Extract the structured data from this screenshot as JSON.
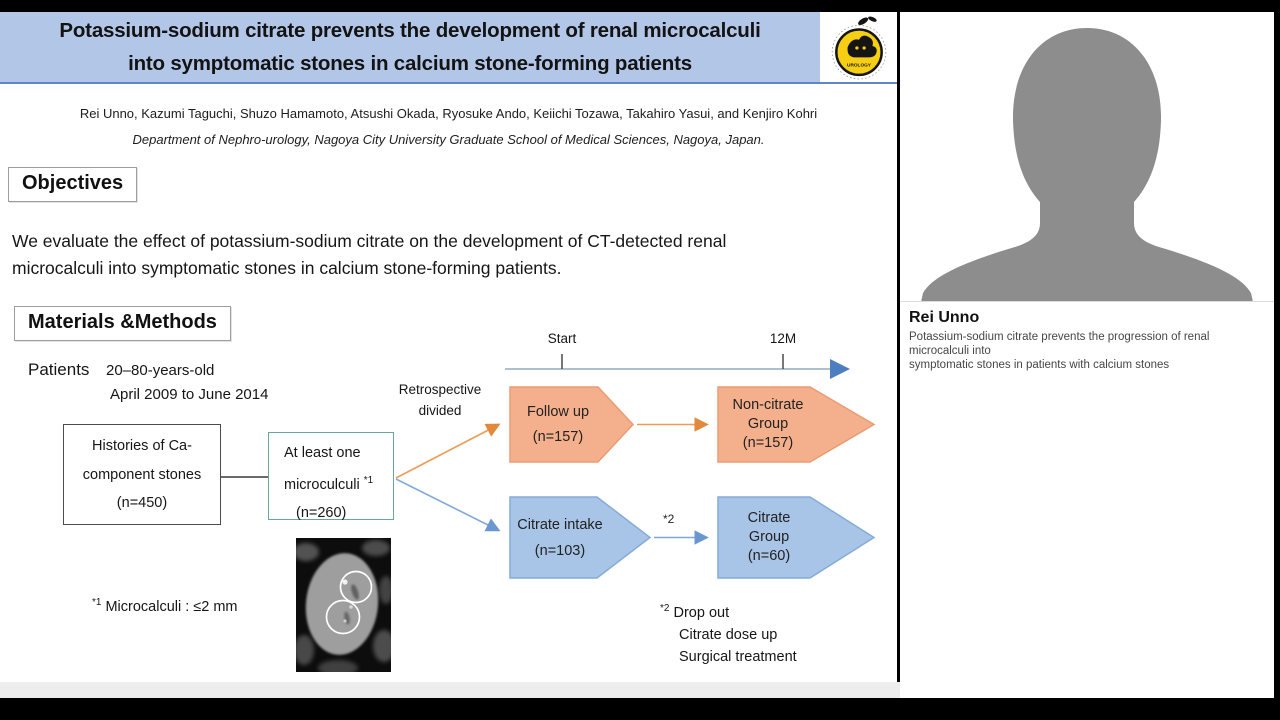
{
  "slide": {
    "header": {
      "title_lines": [
        "Potassium-sodium citrate prevents the development of renal microcalculi",
        "into symptomatic stones in calcium stone-forming patients"
      ],
      "logo_text": "UROLOGY"
    },
    "authors": "Rei Unno, Kazumi Taguchi, Shuzo Hamamoto, Atsushi Okada, Ryosuke Ando, Keiichi Tozawa, Takahiro Yasui, and Kenjiro Kohri",
    "affiliation": "Department of Nephro-urology, Nagoya City University Graduate School of Medical Sciences, Nagoya, Japan.",
    "objectives": {
      "heading": "Objectives",
      "body_lines": [
        "We evaluate the effect of potassium-sodium citrate on the development of CT-detected renal",
        "microcalculi into symptomatic stones in calcium stone-forming patients."
      ]
    },
    "methods": {
      "heading": "Materials &Methods",
      "patients_label": "Patients",
      "patients_age": "20–80-years-old",
      "patients_period": "April 2009 to June 2014",
      "retrospective_lines": [
        "Retrospective",
        "divided"
      ],
      "timeline": {
        "start_label": "Start",
        "end_label": "12M"
      },
      "flow": {
        "box_histories": {
          "lines": [
            "Histories of Ca-",
            "component stones",
            "(n=450)"
          ]
        },
        "box_microcalculi": {
          "line1": "At least one",
          "line2": "microculculi",
          "sup": "*1",
          "line3": "(n=260)"
        },
        "arrow_followup": {
          "lines": [
            "Follow up",
            "(n=157)"
          ]
        },
        "arrow_noncitrate": {
          "lines": [
            "Non-citrate",
            "Group",
            "(n=157)"
          ]
        },
        "arrow_citrate_intake": {
          "lines": [
            "Citrate intake",
            "(n=103)"
          ]
        },
        "arrow_citrate_group": {
          "lines": [
            "Citrate",
            "Group",
            "(n=60)"
          ]
        },
        "between_label": "*2"
      },
      "footnote1": {
        "sup": "*1",
        "text": " Microcalculi : ≤2 mm"
      },
      "footnote2": {
        "sup": "*2",
        "lines": [
          "Drop out",
          "Citrate dose up",
          "Surgical treatment"
        ]
      }
    }
  },
  "presenter": {
    "name": "Rei Unno",
    "description_lines": [
      "Potassium-sodium citrate prevents the progression of renal microcalculi into",
      "symptomatic stones in patients with calcium stones"
    ]
  },
  "colors": {
    "header_bg": "#b2c6e8",
    "header_border": "#5d88c4",
    "orange_fill": "#f4b08c",
    "orange_stroke": "#eb9b71",
    "orange_arrow": "#e2893b",
    "blue_fill": "#a8c4e6",
    "blue_stroke": "#84acd8",
    "blue_arrow": "#6a97cf",
    "teal_box_border": "#66a79e",
    "timeline_line": "#aebfce",
    "timeline_arrow": "#4d7ebf",
    "avatar_gray": "#8d8d8d",
    "logo_yellow": "#f6ce13"
  }
}
